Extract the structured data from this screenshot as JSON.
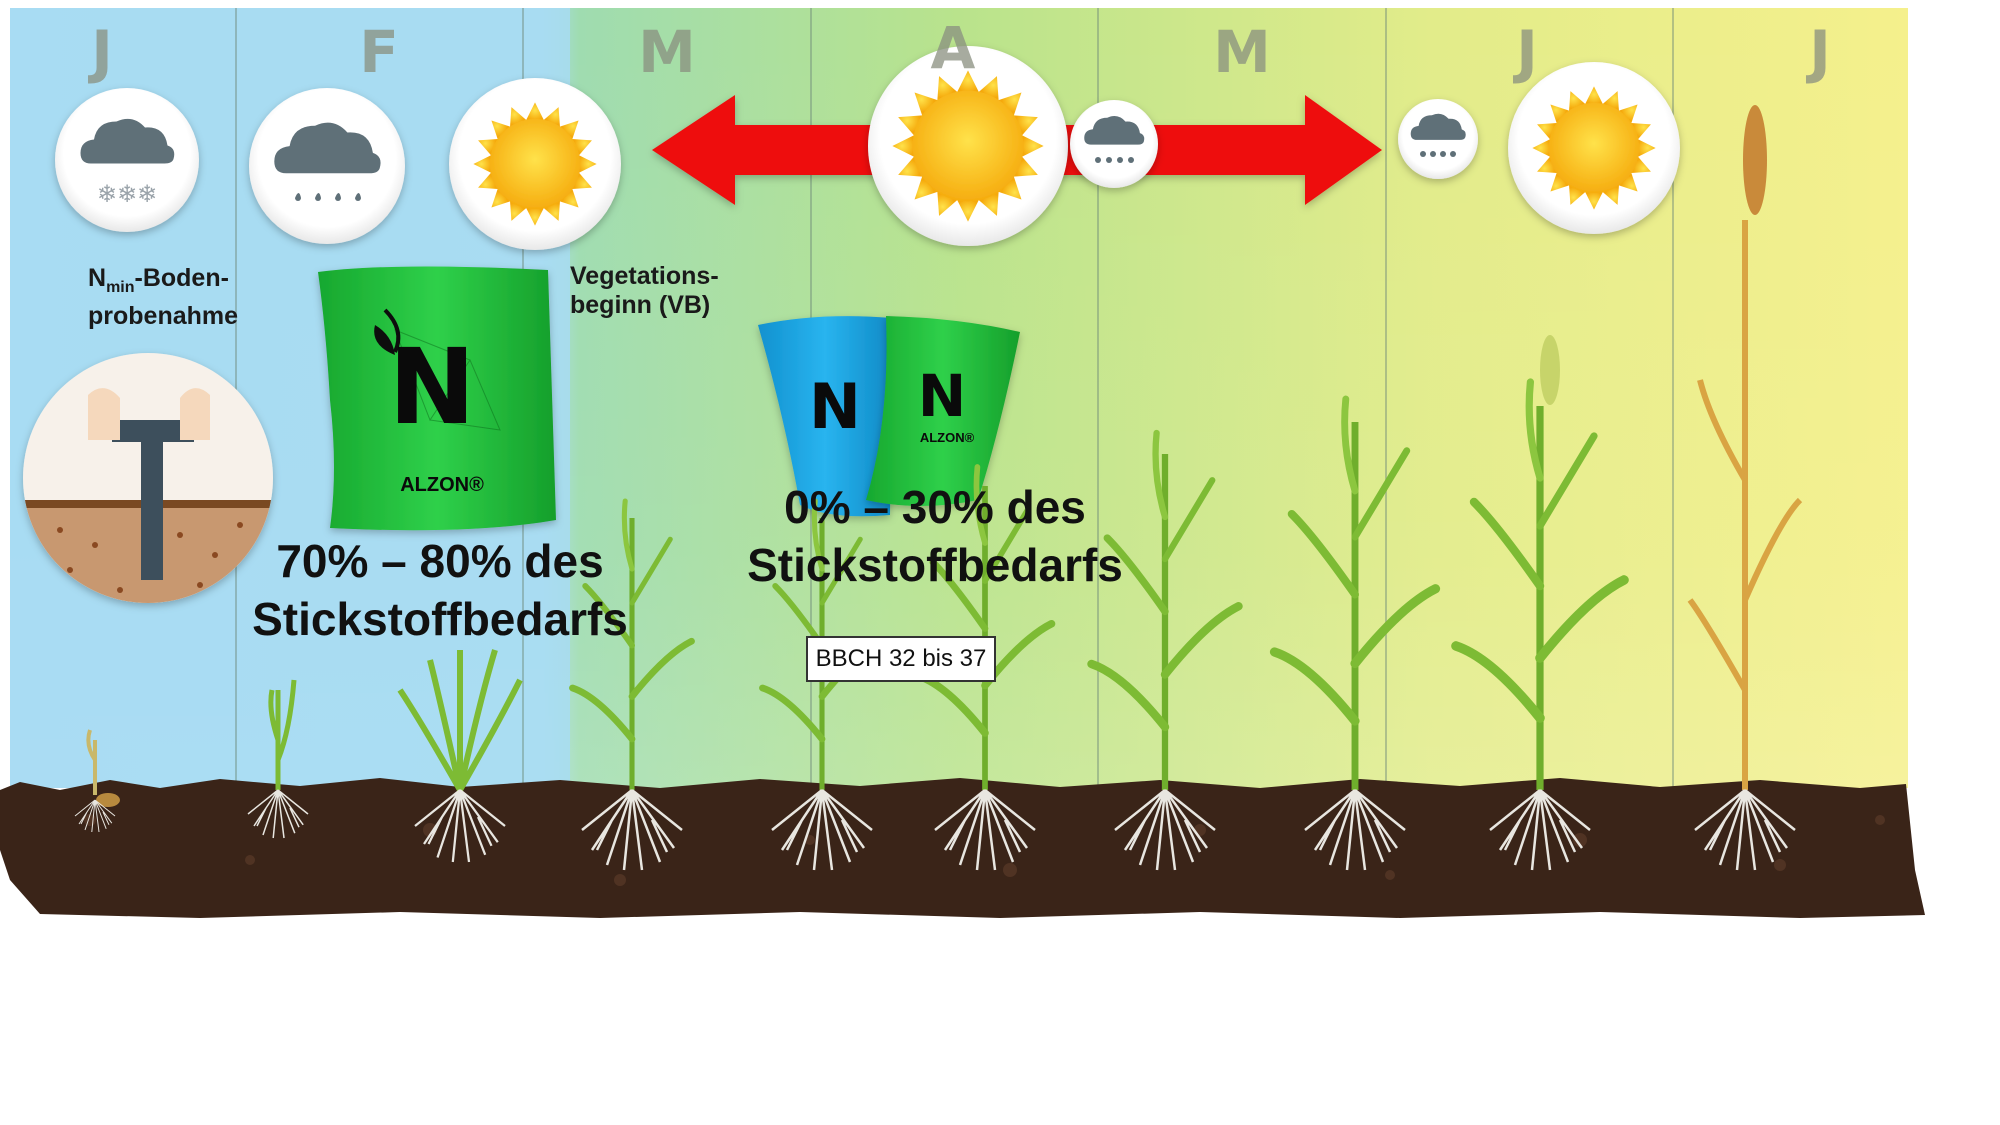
{
  "months": [
    "J",
    "F",
    "M",
    "A",
    "M",
    "J",
    "J"
  ],
  "labels": {
    "soil_sampling_prefix": "N",
    "soil_sampling_sub": "min",
    "soil_sampling_line1": "-Boden-",
    "soil_sampling_line2": "probenahme",
    "vegetation_line1": "Vegetations-",
    "vegetation_line2": "beginn (VB)"
  },
  "first_application": {
    "line1": "70% – 80% des",
    "line2": "Stickstoffbedarfs"
  },
  "second_application": {
    "line1": "0% – 30% des",
    "line2": "Stickstoffbedarfs"
  },
  "bbch_label": "BBCH 32 bis 37",
  "bags": {
    "green_letter": "N",
    "green_brand": "ALZON®",
    "blue_letter": "N",
    "small_green_letter": "N",
    "small_green_brand": "ALZON®"
  },
  "colors": {
    "winter_sky": "#a8dcf2",
    "spring_green": "#b5e08a",
    "summer_yellow": "#f3ef8a",
    "arrow": "#ee1111",
    "sun": "#ffc20e",
    "soil": "#3a2418",
    "bag_green": "#22c33c",
    "bag_blue": "#1aa6e6"
  },
  "icons": [
    "snow-cloud-icon",
    "rain-cloud-icon",
    "sun-icon",
    "sun-icon",
    "rain-cloud-icon",
    "rain-cloud-icon",
    "sun-icon",
    "soil-probe-icon"
  ]
}
